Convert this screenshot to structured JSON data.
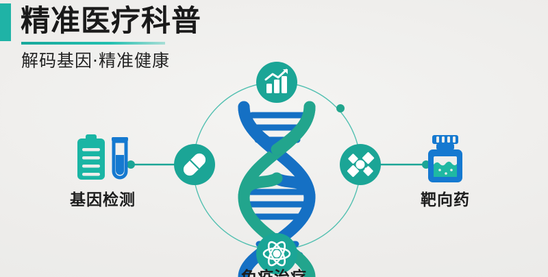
{
  "header": {
    "title": "精准医疗科普",
    "subtitle": "解码基因·精准健康",
    "accent_color": "#1fb3a6",
    "underline_color": "#18a89b",
    "title_color": "#1a1a1a"
  },
  "background_color": "#eeeeec",
  "diagram": {
    "center_icon": "dna-helix-icon",
    "dna": {
      "strand_blue_color": "#1570c4",
      "strand_teal_color": "#22a58d",
      "rung_color": "#1570c4"
    },
    "ring": {
      "color": "#3fb9a8",
      "node_color": "#22a58d"
    },
    "nodes": [
      {
        "position": "top",
        "icon": "bar-chart-trend-icon",
        "color": "#1ba596"
      },
      {
        "position": "left",
        "icon": "capsule-pill-icon",
        "color": "#1ba596"
      },
      {
        "position": "right",
        "icon": "molecule-network-icon",
        "color": "#1ba596"
      },
      {
        "position": "bottom",
        "icon": "atom-icon",
        "color": "#1ba596"
      }
    ]
  },
  "items": {
    "left": {
      "label": "基因检测",
      "icon_primary": "clipboard-icon",
      "icon_secondary": "test-tube-icon",
      "clipboard_color": "#1ab5a4",
      "tube_color": "#1579d0",
      "connector_color": "#1ba596"
    },
    "right": {
      "label": "靶向药",
      "icon_primary": "medicine-bottle-icon",
      "bottle_color": "#1579d0",
      "liquid_color": "#1fb8a2",
      "connector_color": "#1ba596"
    },
    "bottom": {
      "label": "免疫治疗"
    }
  },
  "watermark": {
    "text": ""
  }
}
